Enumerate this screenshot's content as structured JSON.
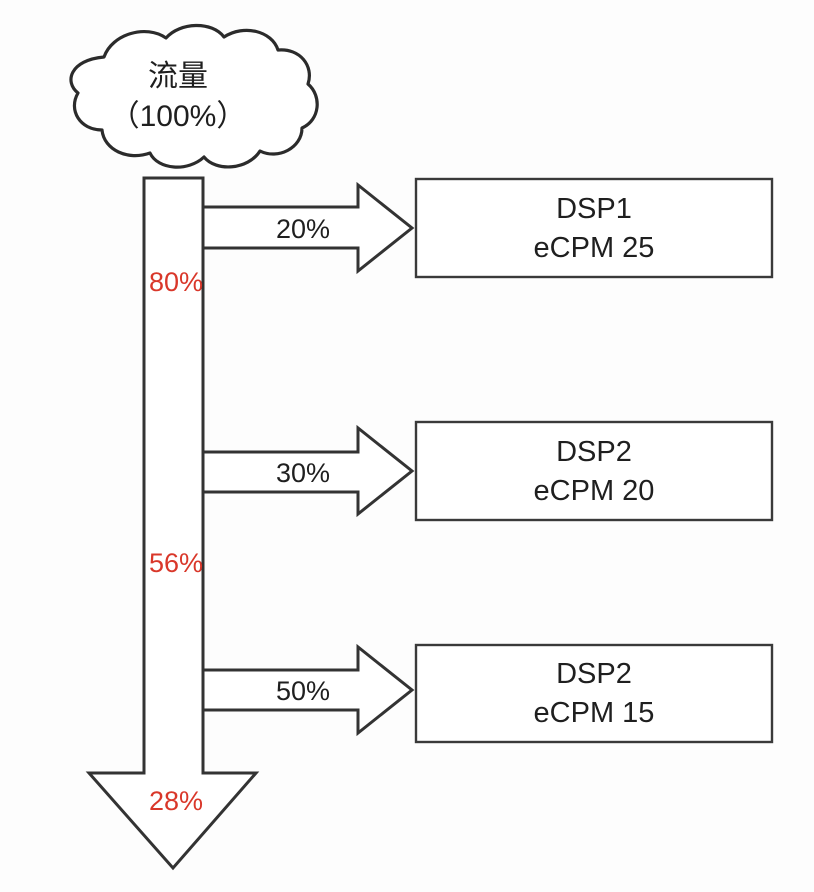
{
  "diagram": {
    "title_source": "traffic-waterfall-diagram",
    "background_color": "#fdfdfd",
    "stroke_color": "#333333",
    "accent_color": "#d9372a",
    "source": {
      "shape": "cloud",
      "line1": "流量",
      "line2": "（100%）"
    },
    "trunk_labels": [
      {
        "value": "80%",
        "color": "#d9372a"
      },
      {
        "value": "56%",
        "color": "#d9372a"
      },
      {
        "value": "28%",
        "color": "#d9372a"
      }
    ],
    "branches": [
      {
        "rate": "20%",
        "target_line1": "DSP1",
        "target_line2": "eCPM 25"
      },
      {
        "rate": "30%",
        "target_line1": "DSP2",
        "target_line2": "eCPM 20"
      },
      {
        "rate": "50%",
        "target_line1": "DSP2",
        "target_line2": "eCPM 15"
      }
    ]
  }
}
